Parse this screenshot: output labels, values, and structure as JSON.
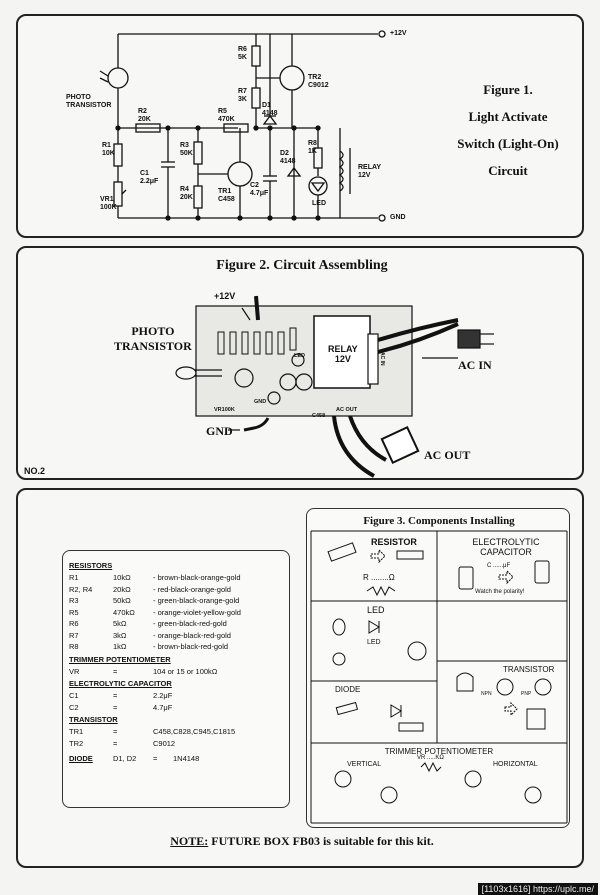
{
  "figure1": {
    "title_lines": [
      "Figure 1.",
      "Light Activate",
      "Switch (Light-On)",
      "Circuit"
    ],
    "vcc": "+12V",
    "gnd": "GND",
    "photo_transistor": [
      "PHOTO",
      "TRANSISTOR"
    ],
    "r1": [
      "R1",
      "10K"
    ],
    "r2": [
      "R2",
      "20K"
    ],
    "r3": [
      "R3",
      "50K"
    ],
    "r4": [
      "R4",
      "20K"
    ],
    "r5": [
      "R5",
      "470K"
    ],
    "r6": [
      "R6",
      "5K"
    ],
    "r7": [
      "R7",
      "3K"
    ],
    "r8": [
      "R8",
      "1K"
    ],
    "vr1": [
      "VR1",
      "100K"
    ],
    "c1": [
      "C1",
      "2.2μF"
    ],
    "c2": [
      "C2",
      "4.7μF"
    ],
    "d1": [
      "D1",
      "4148"
    ],
    "d2": [
      "D2",
      "4148"
    ],
    "tr1": [
      "TR1",
      "C458"
    ],
    "tr2": [
      "TR2",
      "C9012"
    ],
    "led": "LED",
    "relay": [
      "RELAY",
      "12V"
    ]
  },
  "figure2": {
    "title": "Figure 2. Circuit Assembling",
    "vcc": "+12V",
    "photo_transistor": [
      "PHOTO",
      "TRANSISTOR"
    ],
    "gnd": "GND",
    "relay": [
      "RELAY",
      "12V"
    ],
    "ac_in": "AC IN",
    "ac_out": "AC OUT",
    "board_labels": {
      "vr": "VR100K",
      "gnd": "GND",
      "ac_out": "AC OUT",
      "c458": "C458",
      "led": "LED",
      "ac_in": "AC IN"
    },
    "page_no": "NO.2"
  },
  "parts_list": {
    "resistors_header": "RESISTORS",
    "resistors": [
      {
        "ref": "R1",
        "value": "10kΩ",
        "code": "- brown-black-orange-gold"
      },
      {
        "ref": "R2, R4",
        "value": "20kΩ",
        "code": "- red-black-orange-gold"
      },
      {
        "ref": "R3",
        "value": "50kΩ",
        "code": "- green-black-orange-gold"
      },
      {
        "ref": "R5",
        "value": "470kΩ",
        "code": "- orange-violet-yellow-gold"
      },
      {
        "ref": "R6",
        "value": "5kΩ",
        "code": "- green-black-red-gold"
      },
      {
        "ref": "R7",
        "value": "3kΩ",
        "code": "- orange-black-red-gold"
      },
      {
        "ref": "R8",
        "value": "1kΩ",
        "code": "- brown-black-red-gold"
      }
    ],
    "trimmer_header": "TRIMMER POTENTIOMETER",
    "trimmer": {
      "ref": "VR",
      "eq": "=",
      "value": "104 or 15 or 100kΩ"
    },
    "caps_header": "ELECTROLYTIC CAPACITOR",
    "caps": [
      {
        "ref": "C1",
        "eq": "=",
        "value": "2.2μF"
      },
      {
        "ref": "C2",
        "eq": "=",
        "value": "4.7μF"
      }
    ],
    "transistor_header": "TRANSISTOR",
    "transistors": [
      {
        "ref": "TR1",
        "eq": "=",
        "value": "C458,C828,C945,C1815"
      },
      {
        "ref": "TR2",
        "eq": "=",
        "value": "C9012"
      }
    ],
    "diode_label": "DIODE",
    "diode": {
      "ref": "D1, D2",
      "eq": "=",
      "value": "1N4148"
    }
  },
  "figure3": {
    "title": "Figure 3. Components Installing",
    "resistor": "RESISTOR",
    "resistor_sym": "R ........Ω",
    "electrolytic": [
      "ELECTROLYTIC",
      "CAPACITOR"
    ],
    "cap_sym": "C ......μF",
    "polarity": "Watch the polarity!",
    "led": "LED",
    "led2": "LED",
    "diode": "DIODE",
    "transistor": "TRANSISTOR",
    "npn": "NPN",
    "pnp": "PNP",
    "trimmer": "TRIMMER POTENTIOMETER",
    "vertical": "VERTICAL",
    "horizontal": "HORIZONTAL",
    "vr_sym": "VR .....KΩ"
  },
  "note": {
    "label": "NOTE:",
    "text": " FUTURE BOX FB03 is suitable for this kit."
  },
  "watermark": "[1103x1616] https://uplc.me/"
}
